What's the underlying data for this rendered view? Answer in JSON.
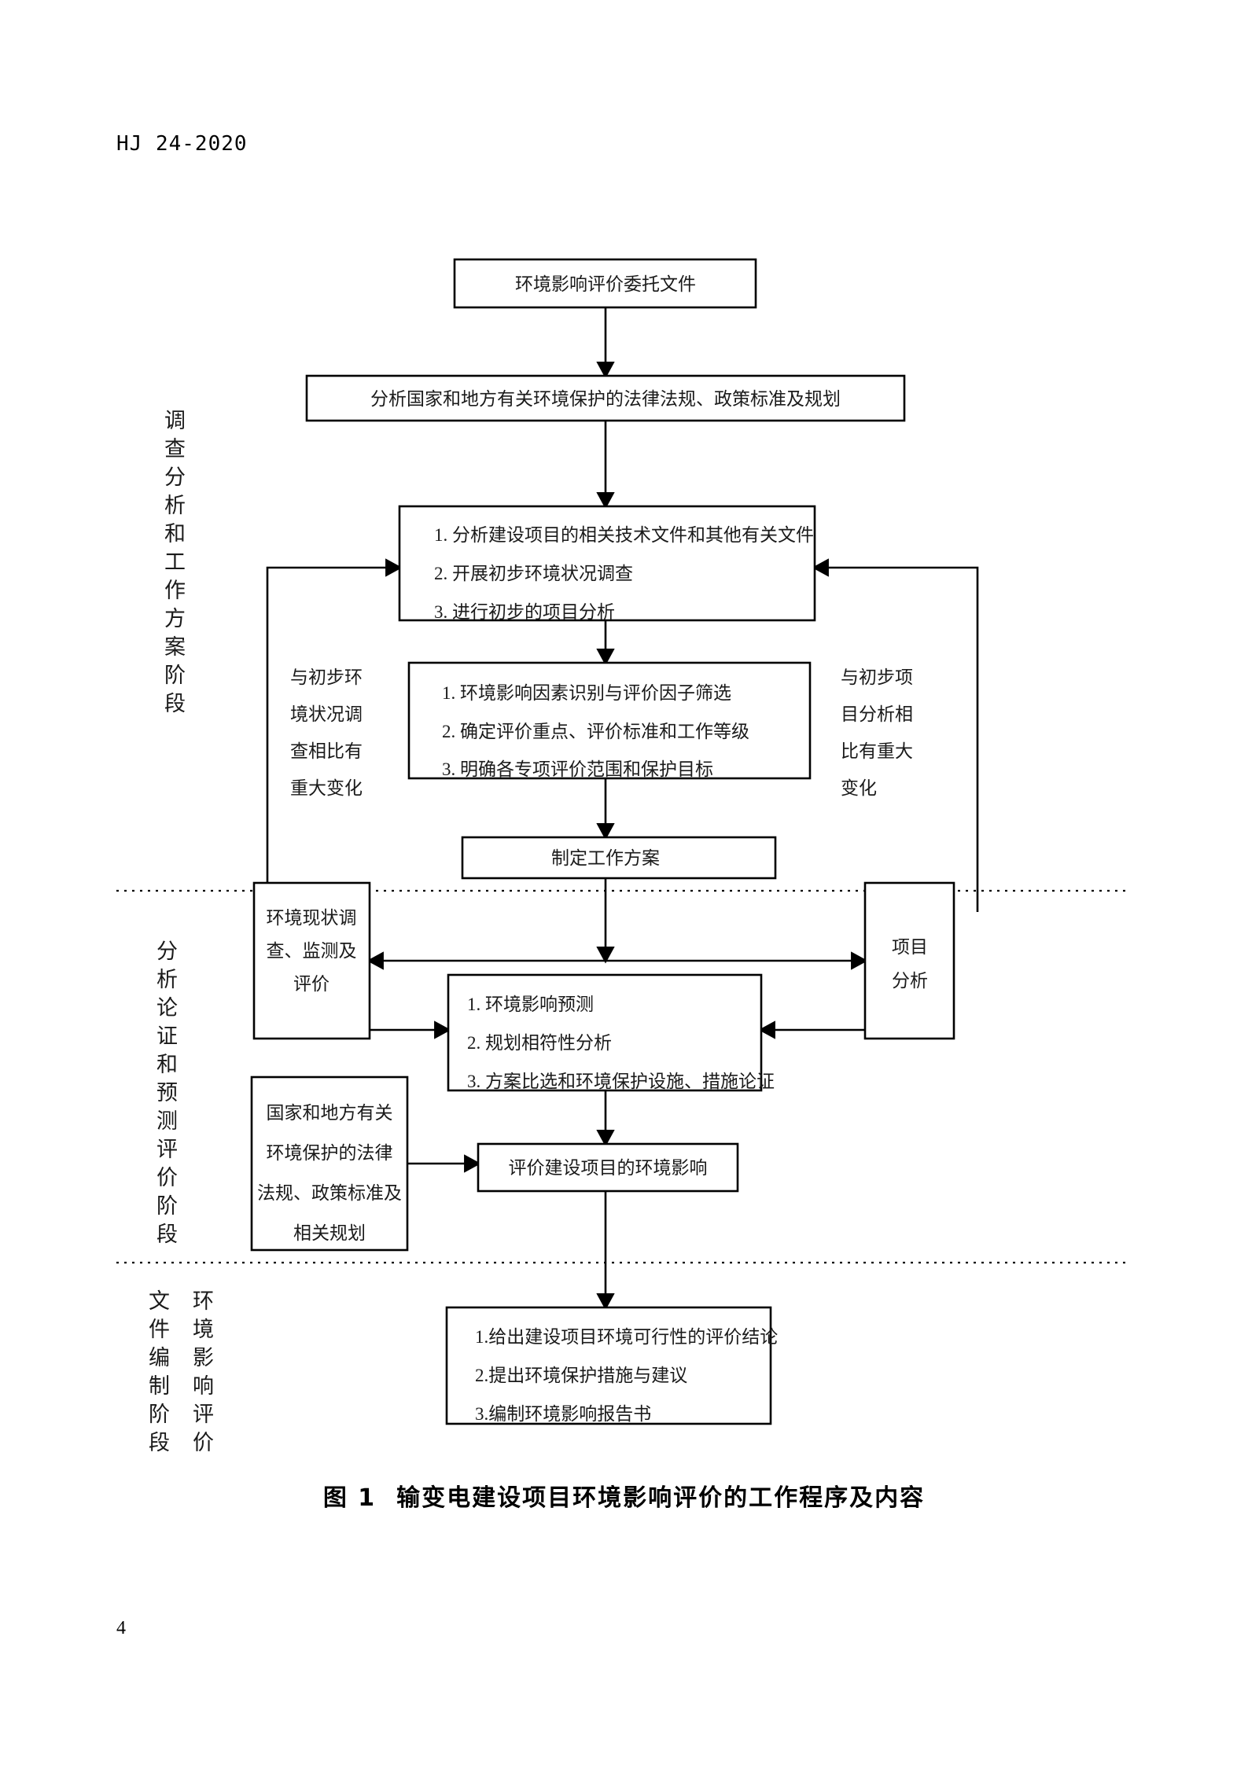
{
  "document": {
    "header": "HJ 24-2020",
    "page_number": "4",
    "figure_caption_number": "图 1",
    "figure_caption_text": "输变电建设项目环境影响评价的工作程序及内容"
  },
  "stages": [
    {
      "id": "stage-1",
      "label": "调查分析和工作方案阶段"
    },
    {
      "id": "stage-2",
      "label": "分析论证和预测评价阶段"
    },
    {
      "id": "stage-3a",
      "label": "文件编制阶段"
    },
    {
      "id": "stage-3b",
      "label": "环境影响评价"
    }
  ],
  "nodes": {
    "commission": {
      "text": "环境影响评价委托文件"
    },
    "laws_analysis": {
      "text": "分析国家和地方有关环境保护的法律法规、政策标准及规划"
    },
    "preliminary": {
      "items": [
        "1. 分析建设项目的相关技术文件和其他有关文件",
        "2. 开展初步环境状况调查",
        "3. 进行初步的项目分析"
      ]
    },
    "factors": {
      "items": [
        "1. 环境影响因素识别与评价因子筛选",
        "2. 确定评价重点、评价标准和工作等级",
        "3. 明确各专项评价范围和保护目标"
      ]
    },
    "work_plan": {
      "text": "制定工作方案"
    },
    "env_status": {
      "lines": [
        "环境现状调",
        "查、监测及",
        "评价"
      ]
    },
    "project_analysis": {
      "lines": [
        "项目",
        "分析"
      ]
    },
    "prediction": {
      "items": [
        "1. 环境影响预测",
        "2. 规划相符性分析",
        "3. 方案比选和环境保护设施、措施论证"
      ]
    },
    "laws_ref": {
      "lines": [
        "国家和地方有关",
        "环境保护的法律",
        "法规、政策标准及",
        "相关规划"
      ]
    },
    "evaluate": {
      "text": "评价建设项目的环境影响"
    },
    "conclusion": {
      "items": [
        "1.给出建设项目环境可行性的评价结论",
        "2.提出环境保护措施与建议",
        "3.编制环境影响报告书"
      ]
    }
  },
  "edge_labels": {
    "left_feedback": {
      "lines": [
        "与初步环",
        "境状况调",
        "查相比有",
        "重大变化"
      ]
    },
    "right_feedback": {
      "lines": [
        "与初步项",
        "目分析相",
        "比有重大",
        "变化"
      ]
    }
  },
  "colors": {
    "stroke": "#000000",
    "box_fill": "#ffffff",
    "text": "#1a1a1a",
    "page_background": "#ffffff"
  }
}
